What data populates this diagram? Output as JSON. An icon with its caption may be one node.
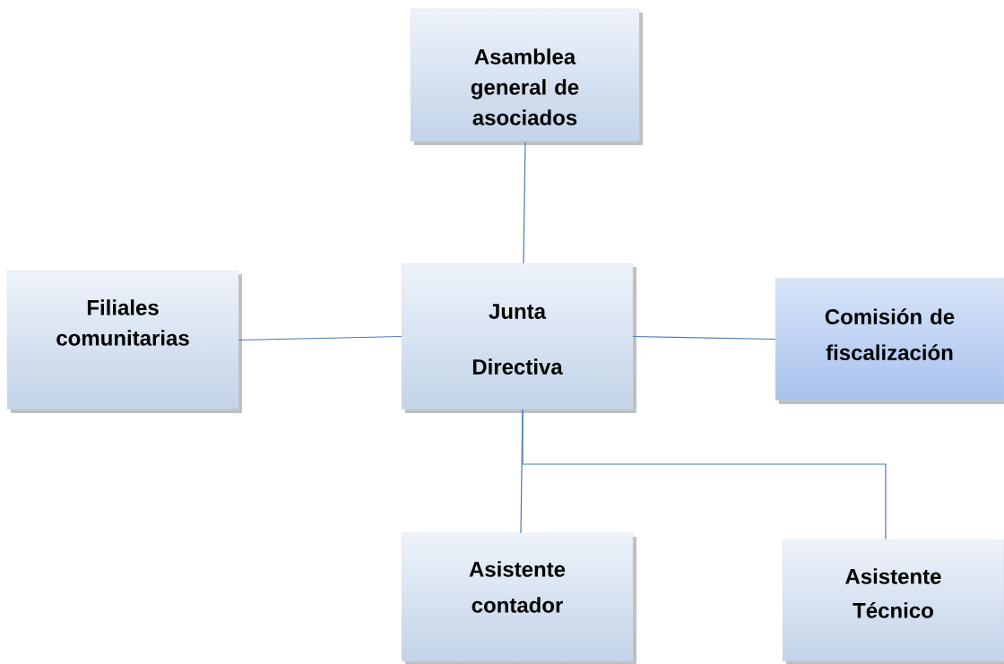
{
  "diagram": {
    "nodes": [
      {
        "text": [
          "Asamblea general de asociados"
        ]
      },
      {
        "text": [
          "Filiales comunitarias"
        ]
      },
      {
        "text": [
          "Junta Directiva"
        ]
      },
      {
        "text": [
          "Comisión de fiscalización"
        ]
      },
      {
        "text": [
          "Asistente contador"
        ]
      },
      {
        "text": [
          "Asistente Técnico"
        ]
      }
    ],
    "edges": [
      {
        "from": 0,
        "to": 2,
        "arrow": "none"
      },
      {
        "from": 1,
        "to": 2,
        "arrow": "none"
      },
      {
        "from": 2,
        "to": 3,
        "arrow": "none"
      },
      {
        "from": 2,
        "to": 4,
        "arrow": "none"
      },
      {
        "from": 2,
        "to": 5,
        "arrow": "none"
      }
    ]
  }
}
